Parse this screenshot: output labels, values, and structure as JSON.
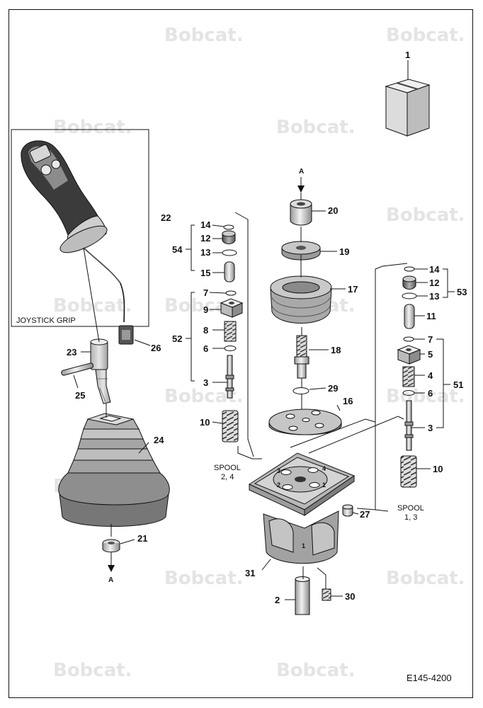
{
  "watermark": {
    "text": "Bobcat."
  },
  "drawing_code": "E145-4200",
  "labels": {
    "joystick_grip": "JOYSTICK GRIP",
    "spool_left": "SPOOL",
    "spool_left_nums": "2, 4",
    "spool_right": "SPOOL",
    "spool_right_nums": "1, 3",
    "arrow_top": "A",
    "arrow_bottom": "A",
    "port_1": "1",
    "port_2": "2",
    "port_3": "3",
    "port_4": "4",
    "housing_mark": "1"
  },
  "callouts": {
    "c1": "1",
    "c2": "2",
    "c3a": "3",
    "c3b": "3",
    "c4": "4",
    "c5": "5",
    "c6a": "6",
    "c6b": "6",
    "c7a": "7",
    "c7b": "7",
    "c8": "8",
    "c9": "9",
    "c10a": "10",
    "c10b": "10",
    "c11": "11",
    "c12a": "12",
    "c12b": "12",
    "c13a": "13",
    "c13b": "13",
    "c14a": "14",
    "c14b": "14",
    "c15": "15",
    "c16": "16",
    "c17": "17",
    "c18": "18",
    "c19": "19",
    "c20": "20",
    "c21": "21",
    "c22": "22",
    "c23": "23",
    "c24": "24",
    "c25": "25",
    "c26": "26",
    "c27": "27",
    "c29": "29",
    "c30": "30",
    "c31": "31",
    "c51": "51",
    "c52": "52",
    "c53": "53",
    "c54": "54"
  }
}
